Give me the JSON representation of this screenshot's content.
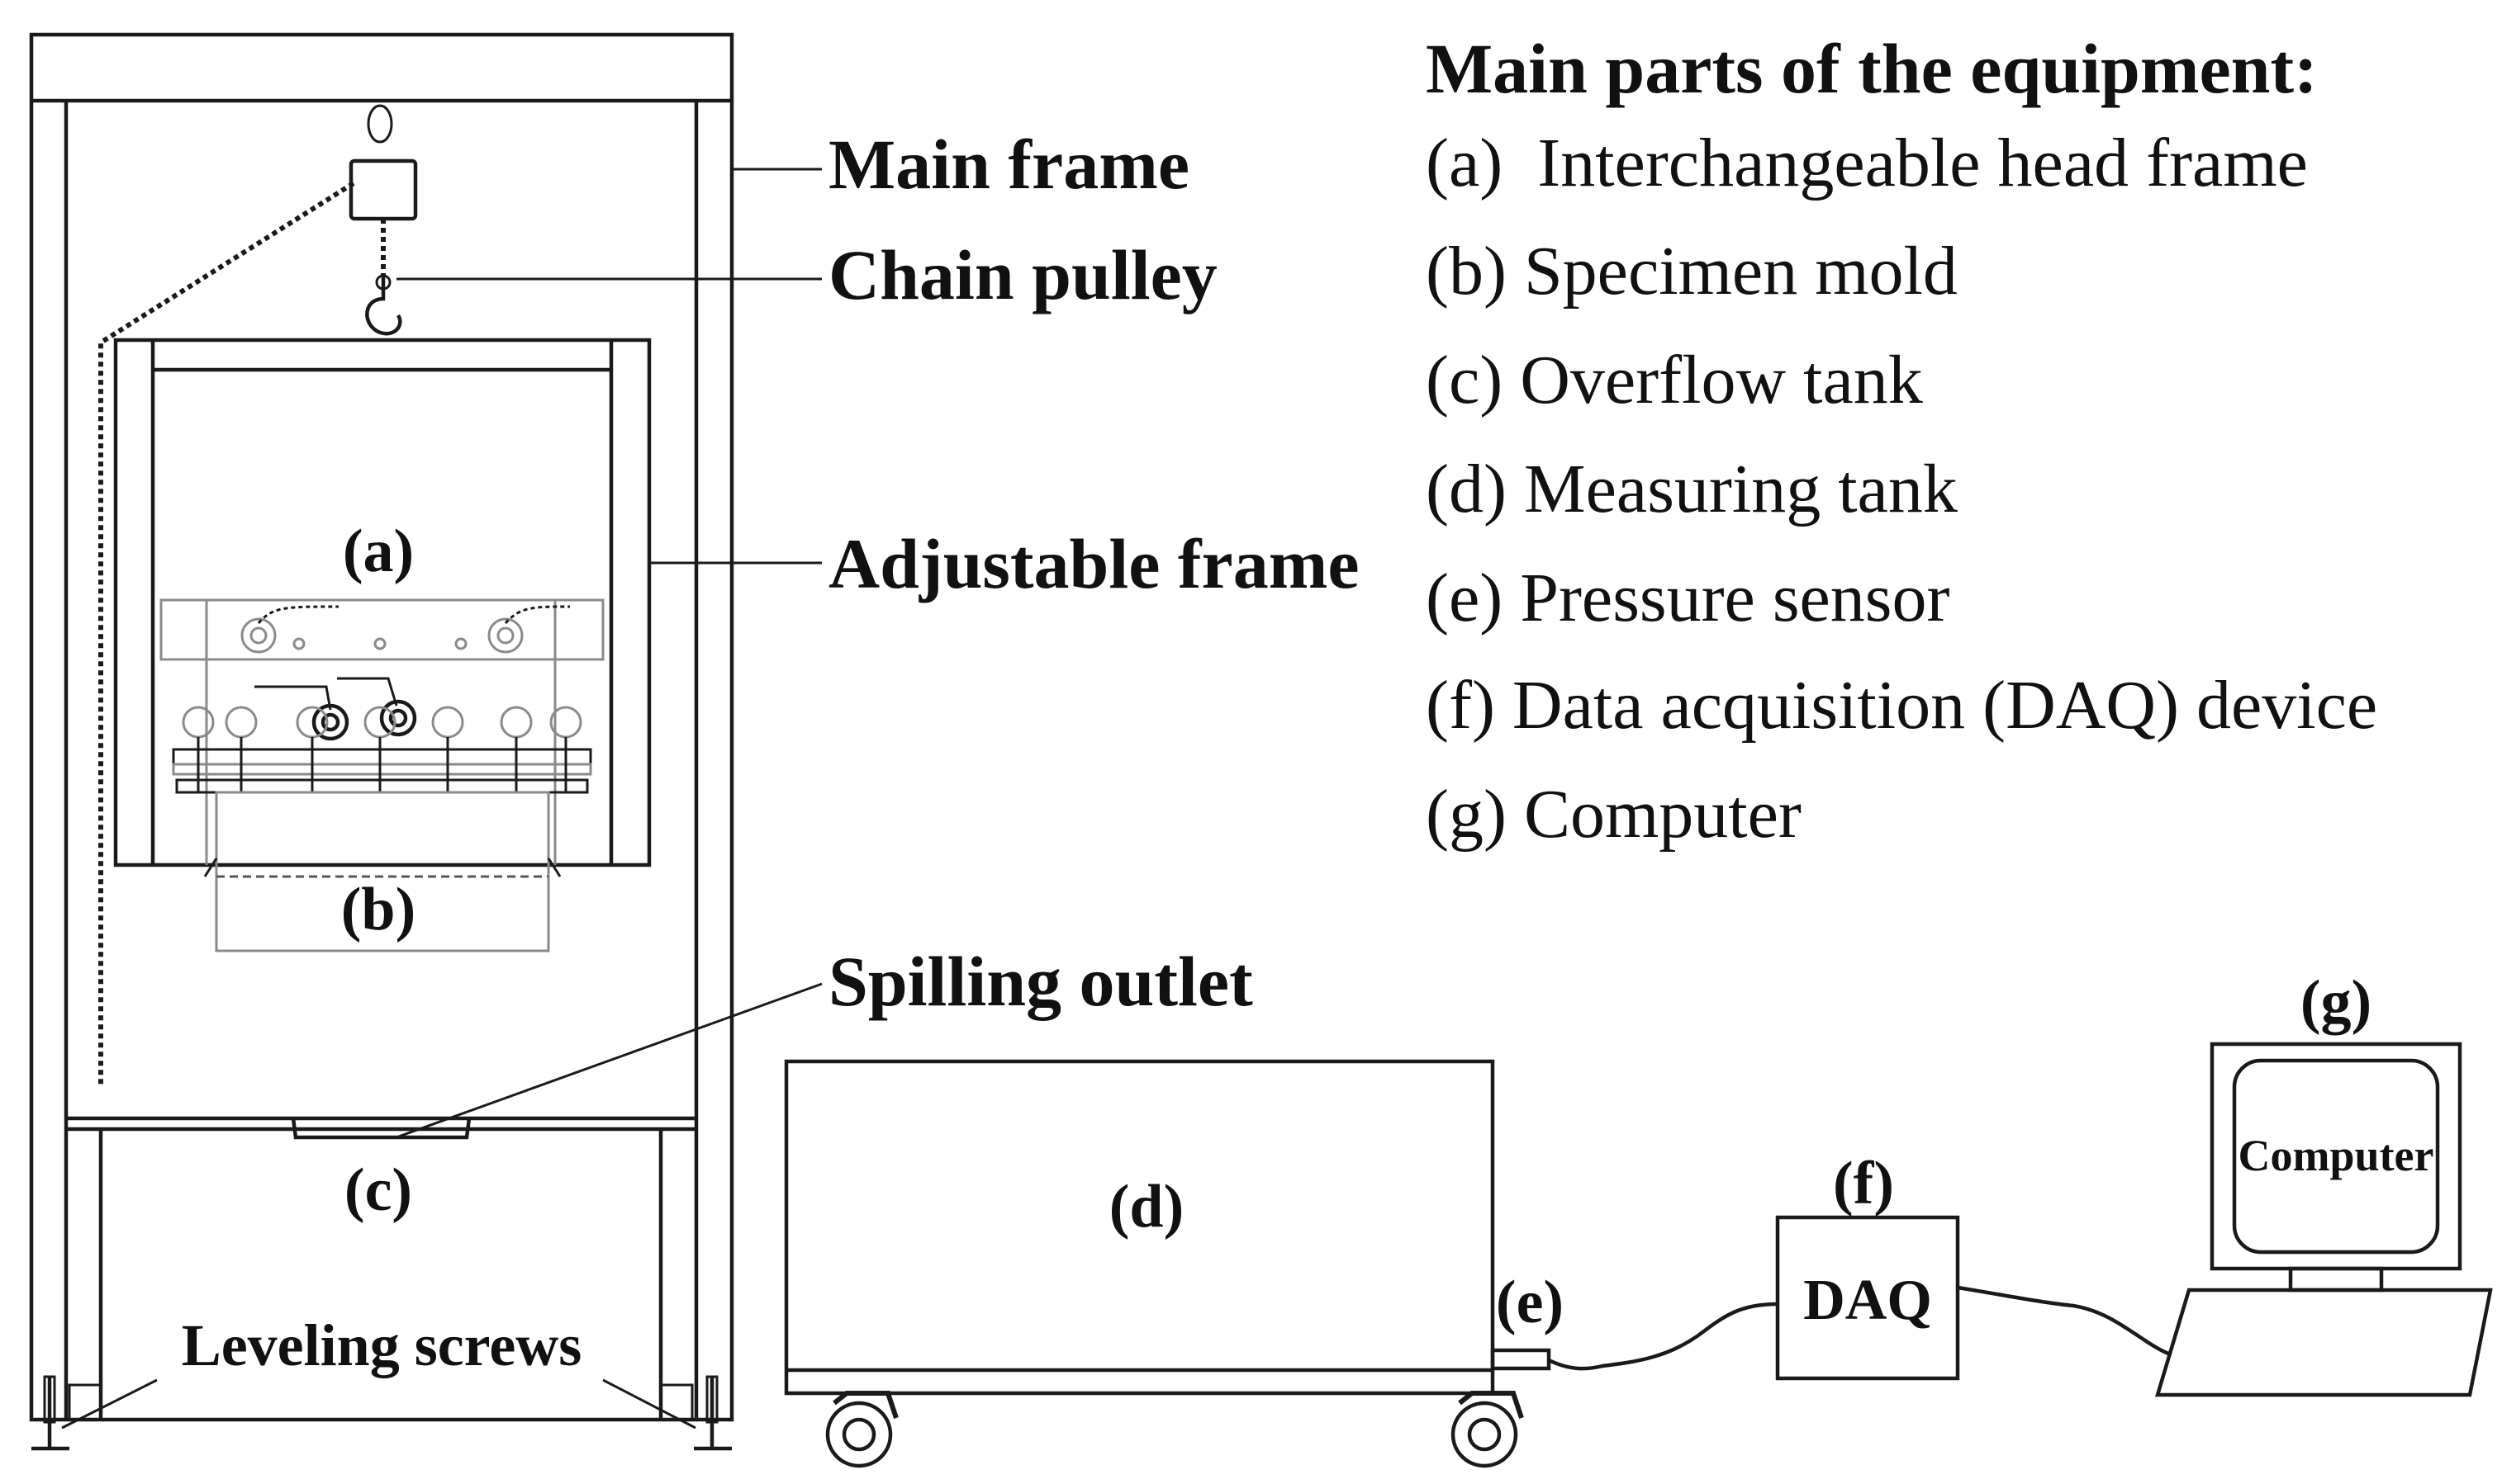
{
  "labels": {
    "a": "(a)",
    "b": "(b)",
    "c": "(c)",
    "d": "(d)",
    "e": "(e)",
    "f": "(f)",
    "g": "(g)",
    "main_frame": "Main frame",
    "chain_pulley": "Chain pulley",
    "adjustable_frame": "Adjustable frame",
    "spilling_outlet": "Spilling outlet",
    "leveling_screws": "Leveling screws",
    "daq": "DAQ",
    "computer": "Computer"
  },
  "legend": {
    "title": "Main parts of the equipment:",
    "items": [
      "(a)  Interchangeable head frame",
      "(b) Specimen mold",
      "(c) Overflow tank",
      "(d) Measuring tank",
      "(e) Pressure sensor",
      "(f) Data acquisition (DAQ) device",
      "(g) Computer"
    ]
  }
}
